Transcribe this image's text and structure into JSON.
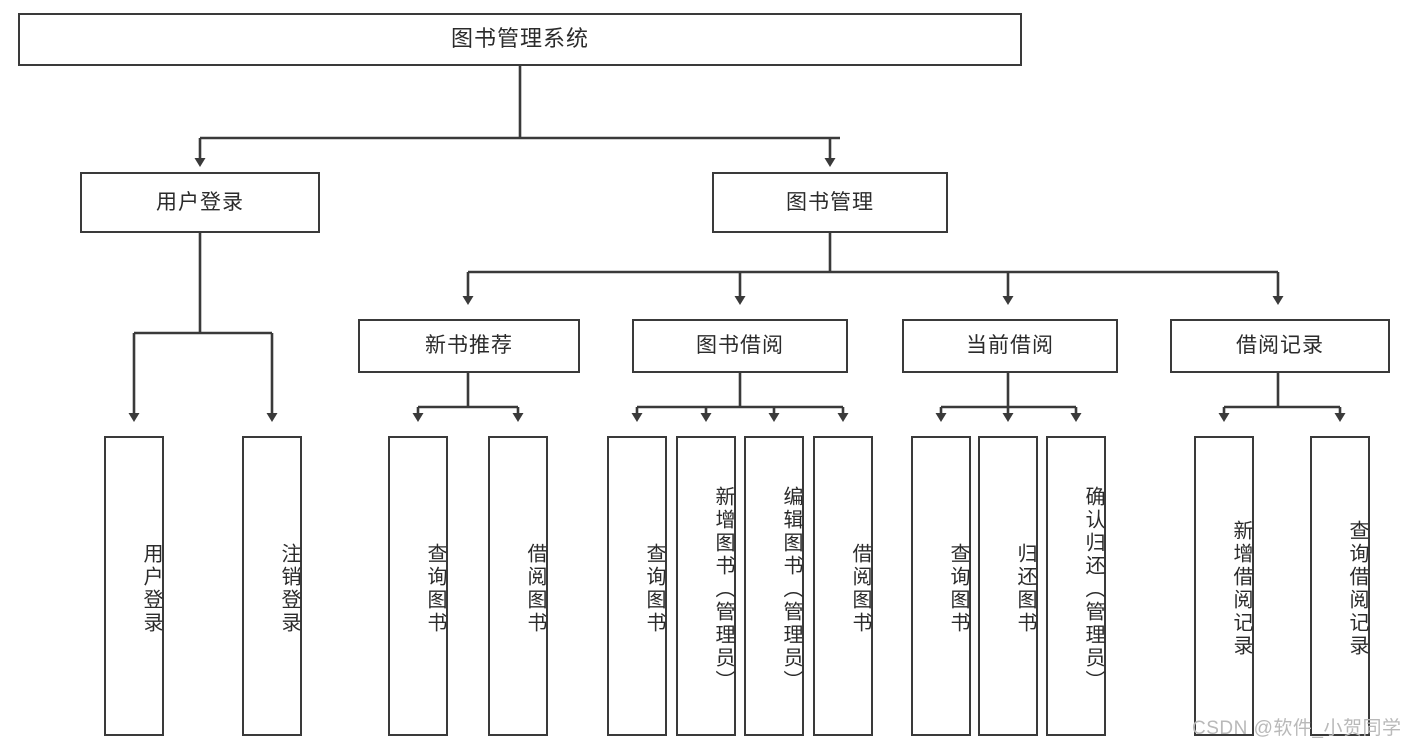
{
  "diagram": {
    "title": "图书管理系统",
    "type": "tree",
    "root": {
      "label": "图书管理系统"
    },
    "level2": [
      {
        "label": "用户登录"
      },
      {
        "label": "图书管理"
      }
    ],
    "level3": [
      {
        "label": "新书推荐"
      },
      {
        "label": "图书借阅"
      },
      {
        "label": "当前借阅"
      },
      {
        "label": "借阅记录"
      }
    ],
    "leaves": {
      "user_login": [
        {
          "label": "用户登录"
        },
        {
          "label": "注销登录"
        }
      ],
      "new_book_recommend": [
        {
          "label": "查询图书"
        },
        {
          "label": "借阅图书"
        }
      ],
      "book_borrow": [
        {
          "label": "查询图书"
        },
        {
          "label": "新增图书（管理员）"
        },
        {
          "label": "编辑图书（管理员）"
        },
        {
          "label": "借阅图书"
        }
      ],
      "current_borrow": [
        {
          "label": "查询图书"
        },
        {
          "label": "归还图书"
        },
        {
          "label": "确认归还（管理员）"
        }
      ],
      "borrow_record": [
        {
          "label": "新增借阅记录"
        },
        {
          "label": "查询借阅记录"
        }
      ]
    }
  },
  "watermark": {
    "text": "CSDN @软件_小贺同学"
  },
  "colors": {
    "stroke": "#3a3a3a",
    "background": "#ffffff",
    "text": "#2b2b2b",
    "watermark": "#b9b9b9"
  }
}
